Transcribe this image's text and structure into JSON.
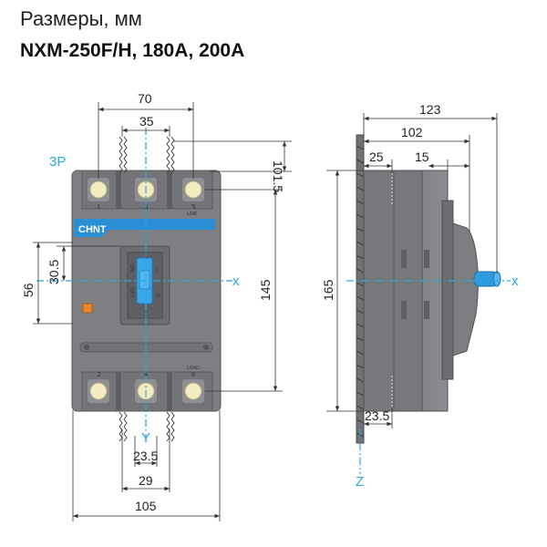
{
  "header": {
    "title": "Размеры, мм",
    "subtitle": "NXM-250F/H, 180A, 200A"
  },
  "front_view": {
    "poles_label": "3P",
    "brand": "CHNT",
    "terminals_top": [
      "1",
      "3",
      "5"
    ],
    "terminals_bottom": [
      "2",
      "4",
      "6"
    ],
    "line_label": "LINE",
    "load_label": "LOAD",
    "on_label": "ON",
    "off_label": "OFF",
    "handle_on_mark": "I",
    "handle_off_mark": "O",
    "axis_x": "x",
    "axis_y": "Y",
    "dimensions": {
      "width_outer_top": "70",
      "pole_pitch_top": "35",
      "top_height": "101.5",
      "height_main": "145",
      "left_56": "56",
      "left_30_5": "30.5",
      "bottom_23_5": "23.5",
      "bottom_29": "29",
      "bottom_width": "105"
    }
  },
  "side_view": {
    "axis_x": "x",
    "axis_z": "Z",
    "dimensions": {
      "depth_total": "123",
      "depth_102": "102",
      "depth_25": "25",
      "depth_15": "15",
      "height_165": "165",
      "bottom_23_5": "23.5"
    }
  },
  "colors": {
    "body": "#7d7f82",
    "body_dark": "#5c5e61",
    "brand_blue": "#2b8fd6",
    "axis_blue": "#2ea7df",
    "terminal": "#f3ecc0",
    "warning": "#e8892a"
  }
}
